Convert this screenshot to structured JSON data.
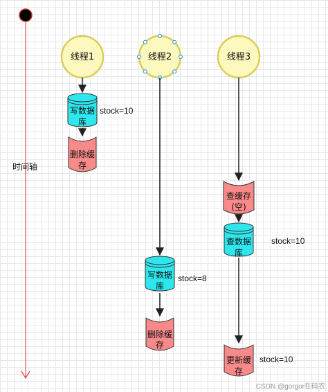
{
  "timeline": {
    "label": "时间轴"
  },
  "threads": [
    {
      "label": "线程1"
    },
    {
      "label": "线程2"
    },
    {
      "label": "线程3"
    }
  ],
  "nodes": {
    "t1_write_db": {
      "line1": "写数据",
      "line2": "库",
      "note": "stock=10"
    },
    "t1_delete_cache": {
      "line1": "删除缓",
      "line2": "存"
    },
    "t2_write_db": {
      "line1": "写数据",
      "line2": "库",
      "note": "stock=8"
    },
    "t2_delete_cache": {
      "line1": "删除缓",
      "line2": "存"
    },
    "t3_query_cache": {
      "line1": "查缓存",
      "line2": "(空)"
    },
    "t3_query_db": {
      "line1": "查数据",
      "line2": "库",
      "note": "stock=10"
    },
    "t3_update_cache": {
      "line1": "更新缓",
      "line2": "存",
      "note": "stock=10"
    }
  },
  "colors": {
    "thread_fill": "#fcf8be",
    "thread_stroke": "#d9cd5a",
    "db_fill": "#2ee6ee",
    "cache_fill": "#f98a8a",
    "arrow": "#222222",
    "timeline": "#e05050"
  },
  "watermark": "CSDN @gorgor在码农"
}
